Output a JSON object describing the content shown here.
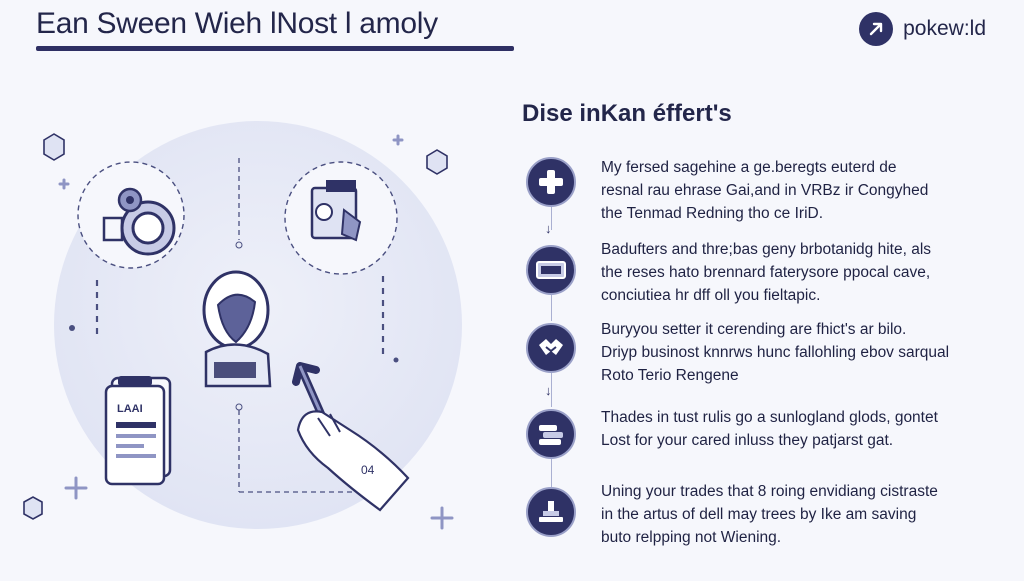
{
  "header": {
    "title": "Ean Sween Wieh lNost l amoly"
  },
  "brand": {
    "name": "pokew:ld",
    "icon": "arrow-icon"
  },
  "illustration": {
    "document_label": "LAAI",
    "hand_label": "04"
  },
  "section": {
    "title": "Dise inKan éffert's"
  },
  "steps": [
    {
      "icon": "plus-icon",
      "lines": [
        "My fersed sagehine a ge.beregts euterd de",
        "resnal rau ehrase Gai,and in VRBz ir Congyhed",
        "the Tenmad Redning tho ce IriD."
      ]
    },
    {
      "icon": "card-icon",
      "lines": [
        "Badufters and thre;bas geny brbotanidg hite, als",
        "the reses hato brennard faterysore ppocal cave,",
        "conciutiea hr dff oll you fieltapic."
      ]
    },
    {
      "icon": "handshake-icon",
      "lines": [
        "Buryyou setter it cerending are fhict's ar bilo.",
        "Driyp businost knnrws hunc fallohling ebov sarqual",
        "Roto Terio Rengene"
      ]
    },
    {
      "icon": "stack-icon",
      "lines": [
        "Thades in tust rulis go a sunlogland glods, gontet",
        "Lost for your cared inluss they patjarst gat."
      ]
    },
    {
      "icon": "pedestal-icon",
      "lines": [
        "Uning your trades that 8 roing envidiang cistraste",
        "in the artus of dell may trees by Ike am saving",
        "buto relpping not Wiening."
      ]
    }
  ],
  "colors": {
    "accent": "#2f3266",
    "background": "#f6f7fc",
    "circle": "#e6e9f6"
  }
}
